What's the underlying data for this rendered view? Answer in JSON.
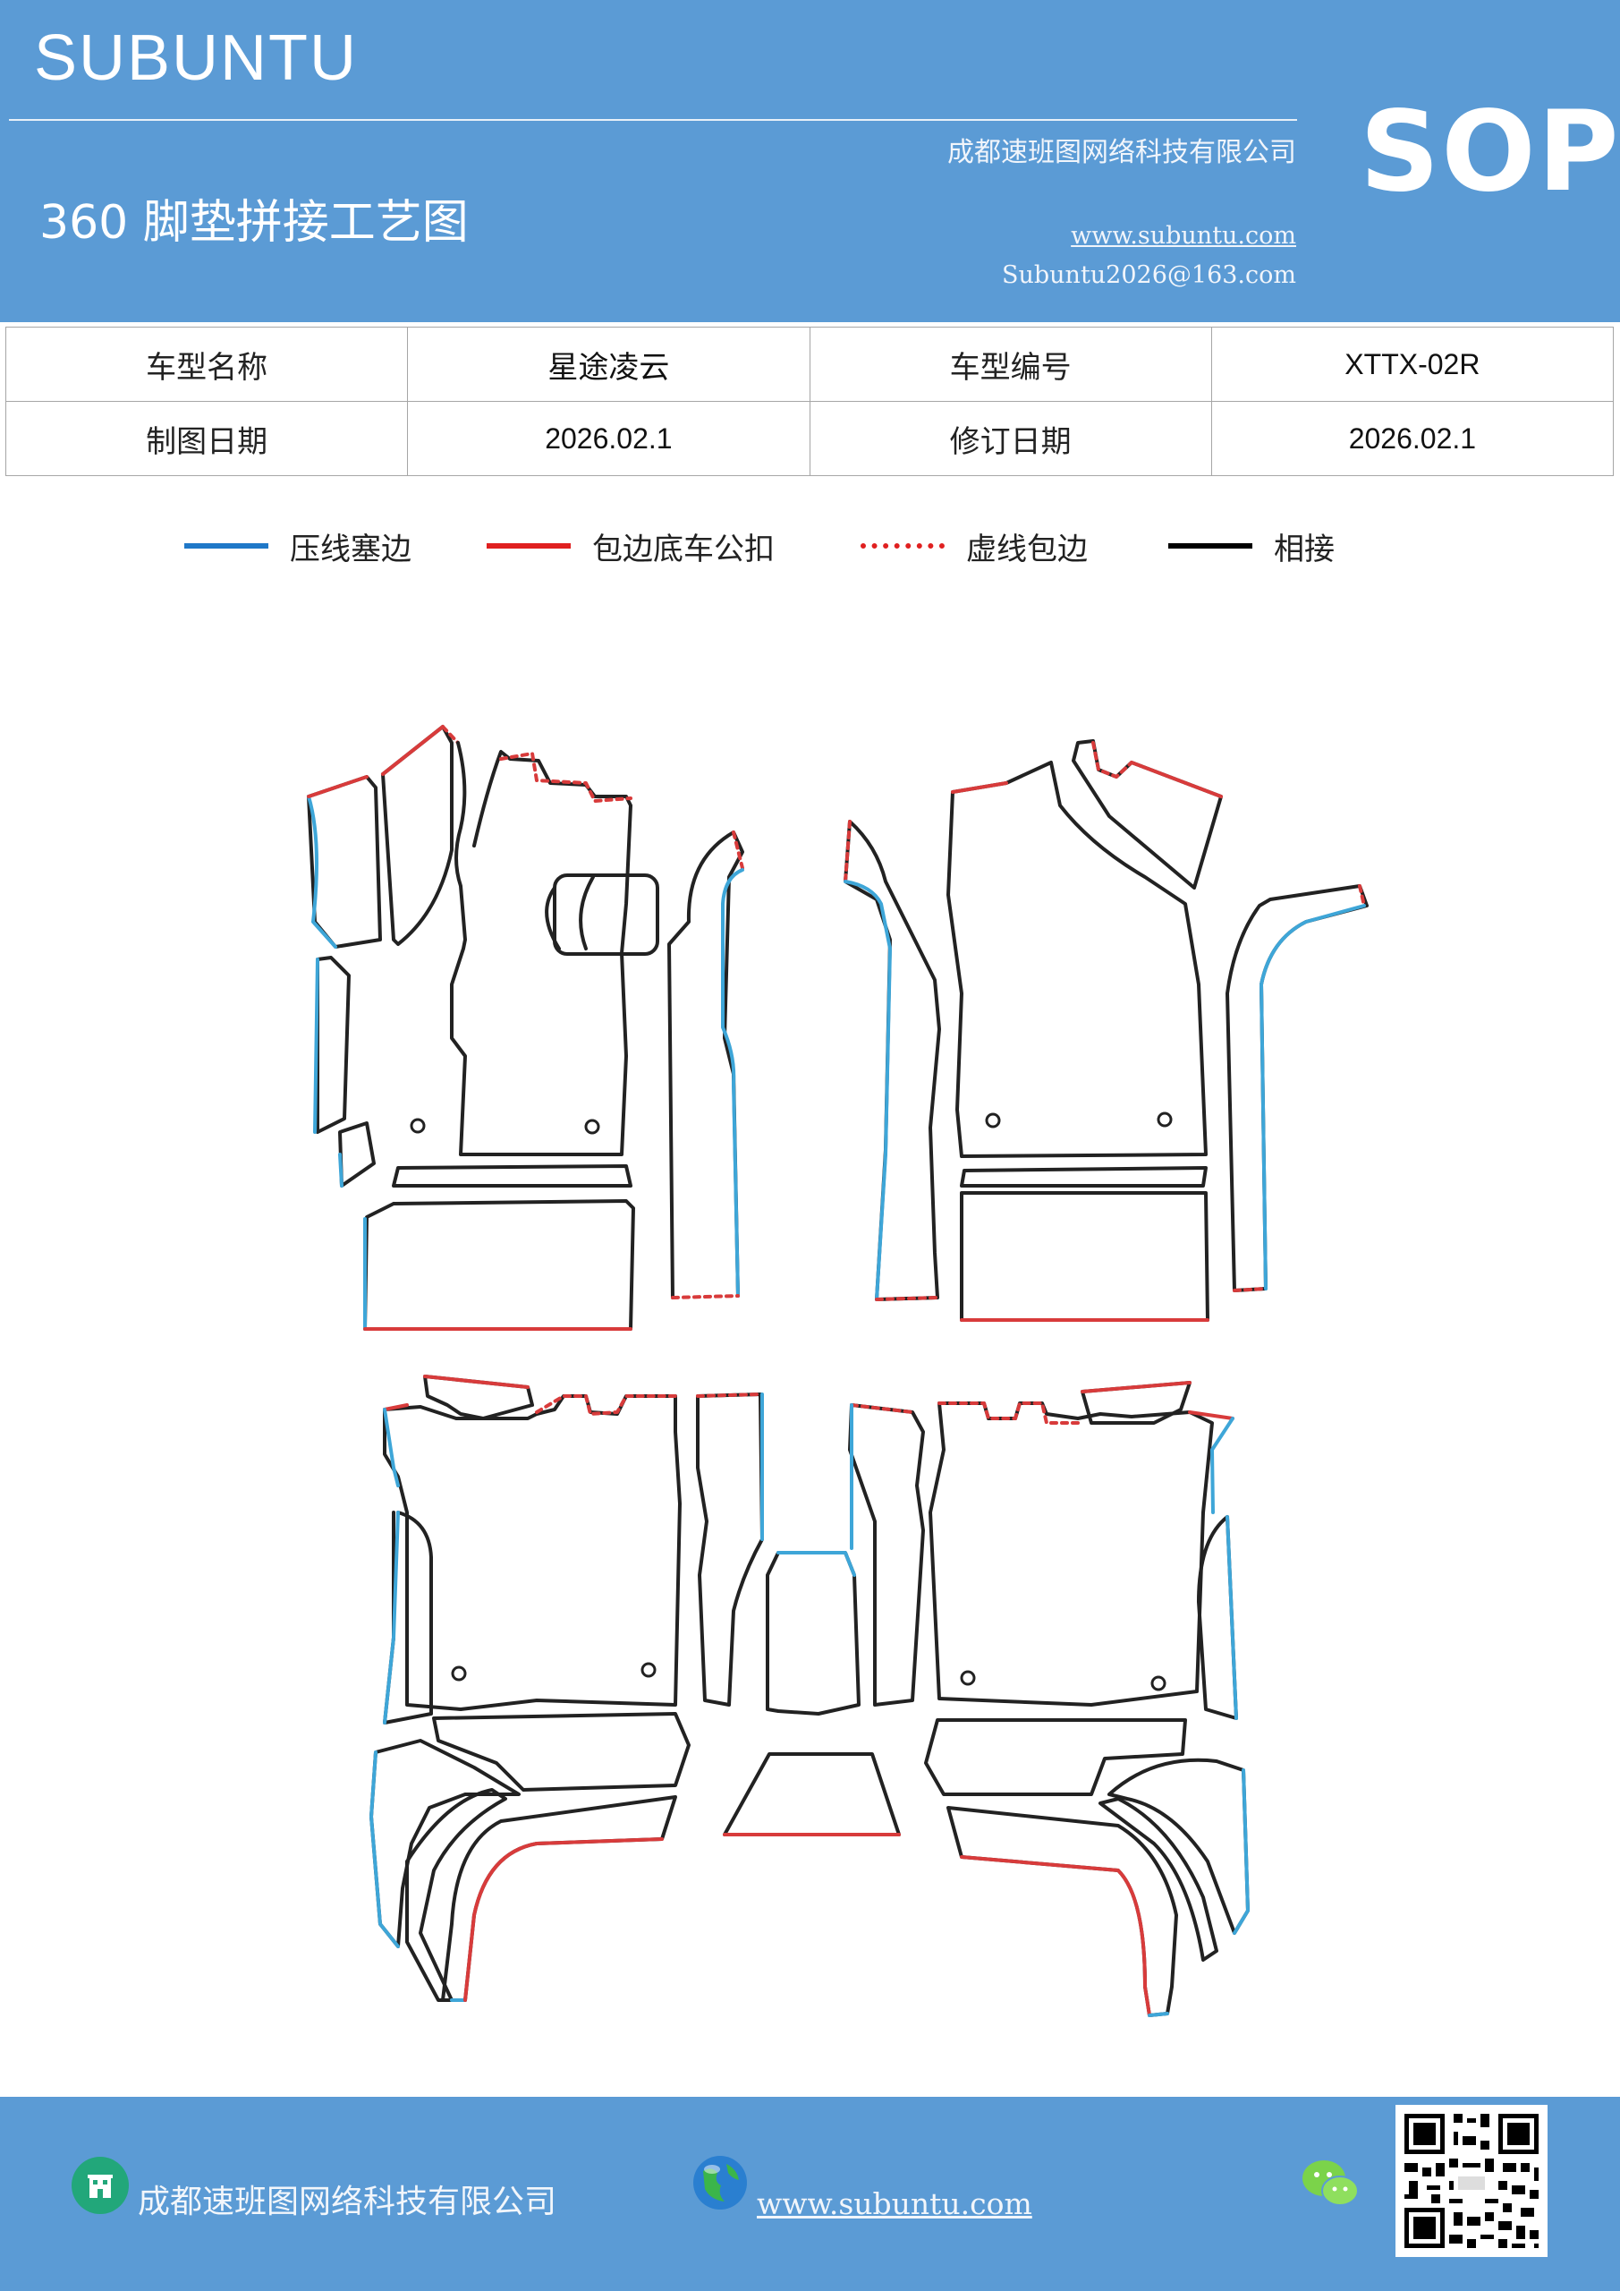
{
  "header": {
    "brand": "SUBUNTU",
    "sop": "SOP",
    "company": "成都速班图网络科技有限公司",
    "title": "360 脚垫拼接工艺图",
    "website": "www.subuntu.com",
    "email": "Subuntu2026@163.com"
  },
  "info": {
    "row1": {
      "label1": "车型名称",
      "value1": "星途凌云",
      "label2": "车型编号",
      "value2": "XTTX-02R"
    },
    "row2": {
      "label1": "制图日期",
      "value1": "2026.02.1",
      "label2": "修订日期",
      "value2": "2026.02.1"
    }
  },
  "legend": [
    {
      "label": "压线塞边",
      "color": "#1f78c8",
      "style": "solid"
    },
    {
      "label": "包边底车公扣",
      "color": "#e02020",
      "style": "solid"
    },
    {
      "label": "虚线包边",
      "color": "#e02020",
      "style": "dotted"
    },
    {
      "label": "相接",
      "color": "#000000",
      "style": "solid"
    }
  ],
  "colors": {
    "blue_edge": "#3ea6d8",
    "red_edge": "#d83b3b",
    "black_edge": "#222222",
    "brand_blue": "#5b9bd5"
  },
  "footer": {
    "company": "成都速班图网络科技有限公司",
    "website": "www.subuntu.com",
    "icons": [
      "building-icon",
      "globe-icon",
      "wechat-icon",
      "qr-code"
    ]
  }
}
